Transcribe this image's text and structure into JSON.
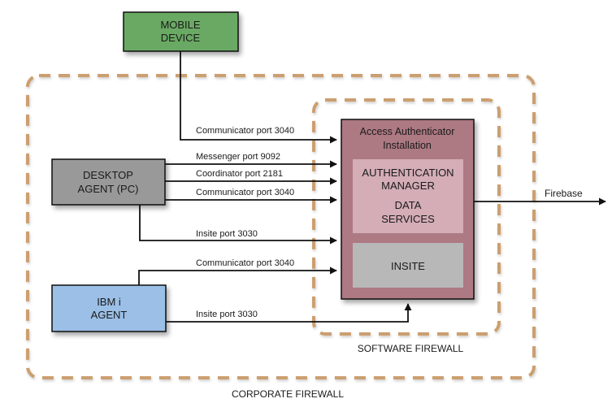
{
  "colors": {
    "firewall_dash": "#cc9f6f",
    "mobile_fill": "#6aa964",
    "desktop_fill": "#999999",
    "ibm_fill": "#9bbfe6",
    "installation_fill": "#ad7983",
    "auth_fill": "#d4adb6",
    "insite_fill": "#b8b8b8",
    "line": "#111111"
  },
  "nodes": {
    "mobile": {
      "line1": "MOBILE",
      "line2": "DEVICE"
    },
    "desktop": {
      "line1": "DESKTOP",
      "line2": "AGENT (PC)"
    },
    "ibm": {
      "line1": "IBM i",
      "line2": "AGENT"
    },
    "installation": {
      "line1": "Access Authenticator",
      "line2": "Installation"
    },
    "auth": {
      "line1": "AUTHENTICATION",
      "line2": "MANAGER",
      "line3": "DATA",
      "line4": "SERVICES"
    },
    "insite": {
      "label": "INSITE"
    }
  },
  "connections": {
    "mobile_comm": "Communicator port 3040",
    "desktop_messenger": "Messenger port 9092",
    "desktop_coordinator": "Coordinator port 2181",
    "desktop_comm": "Communicator port 3040",
    "desktop_insite": "Insite port 3030",
    "ibm_comm": "Communicator port 3040",
    "ibm_insite": "Insite port 3030",
    "firebase": "Firebase"
  },
  "zones": {
    "software_firewall": "SOFTWARE FIREWALL",
    "corporate_firewall": "CORPORATE FIREWALL"
  }
}
